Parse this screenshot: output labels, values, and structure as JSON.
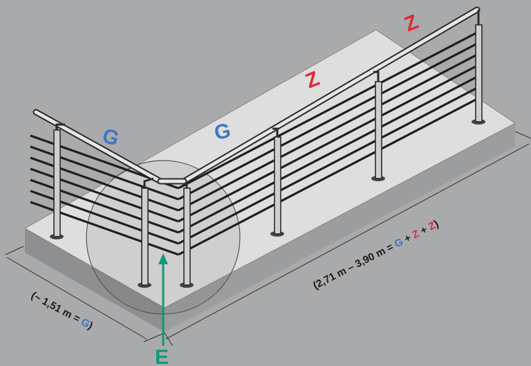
{
  "colors": {
    "background": "#a9aaac",
    "slab_top": "#dcdcdc",
    "slab_side": "#8f8f91",
    "rail": "#2a2a2a",
    "label_g": "#3f74c4",
    "label_z": "#e0283b",
    "label_e": "#0f9a78"
  },
  "labels": {
    "g_left": "G",
    "g_mid": "G",
    "z_mid": "Z",
    "z_right": "Z",
    "e": "E"
  },
  "dimensions": {
    "short_side": {
      "prefix": "(~ 1,51 m = ",
      "g": "G",
      "suffix": ")"
    },
    "long_side": {
      "prefix": "(2,71 m – 3,90 m = ",
      "g": "G",
      "plus1": " + ",
      "z1": "Z",
      "plus2": " + ",
      "z2": "Z",
      "suffix": ")"
    }
  }
}
